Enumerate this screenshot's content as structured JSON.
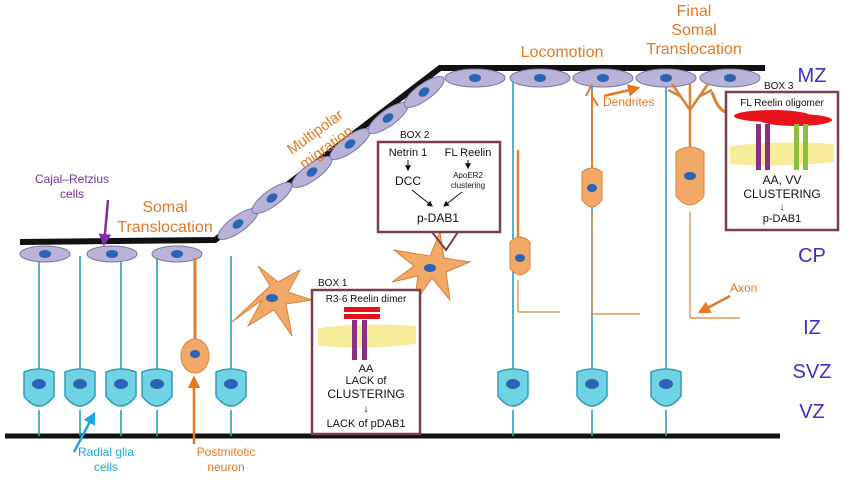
{
  "colors": {
    "migrating": "#f2a968",
    "migrating_stroke": "#d98237",
    "radial_glia": "#6fd3e3",
    "radial_glia_stroke": "#2b9fb5",
    "nucleus": "#2b63b5",
    "endfoot": "#b9b3d8",
    "membrane": "#f6ec9a",
    "reelin": "#e8141b",
    "receptor_purple": "#8b2f86",
    "receptor_green": "#8cbf3f",
    "box_border": "#7a3f4c",
    "label_orange": "#e87722",
    "label_purple": "#7b2fa8",
    "label_cyan": "#19a9e0",
    "label_layer": "#3a2fc9"
  },
  "stages": {
    "somal": [
      "Somal",
      "Translocation"
    ],
    "multipolar": [
      "Multipolar",
      "migration"
    ],
    "locomotion": "Locomotion",
    "final": [
      "Final",
      "Somal",
      "Translocation"
    ]
  },
  "cells": {
    "cajal": [
      "Cajal–Retzius",
      "cells"
    ],
    "radial_glia": [
      "Radial glia",
      "cells"
    ],
    "postmitotic": [
      "Postmitotic",
      "neuron"
    ],
    "dendrites": "Dendrites",
    "axon": "Axon"
  },
  "layers": [
    "MZ",
    "CP",
    "IZ",
    "SVZ",
    "VZ"
  ],
  "box1": {
    "title": "BOX 1",
    "header": "R3-6 Reelin dimer",
    "receptor": "AA",
    "lines": [
      "LACK of",
      "CLUSTERING"
    ],
    "arrow": "↓",
    "result": "LACK of pDAB1"
  },
  "box2": {
    "title": "BOX 2",
    "left": "Netrin 1",
    "right": "FL Reelin",
    "left_target": "DCC",
    "right_target": [
      "ApoER2",
      "clustering"
    ],
    "result": "p-DAB1"
  },
  "box3": {
    "title": "BOX 3",
    "header": "FL Reelin oligomer",
    "receptor": "AA, VV",
    "line": "CLUSTERING",
    "arrow": "↓",
    "result": "p-DAB1"
  }
}
